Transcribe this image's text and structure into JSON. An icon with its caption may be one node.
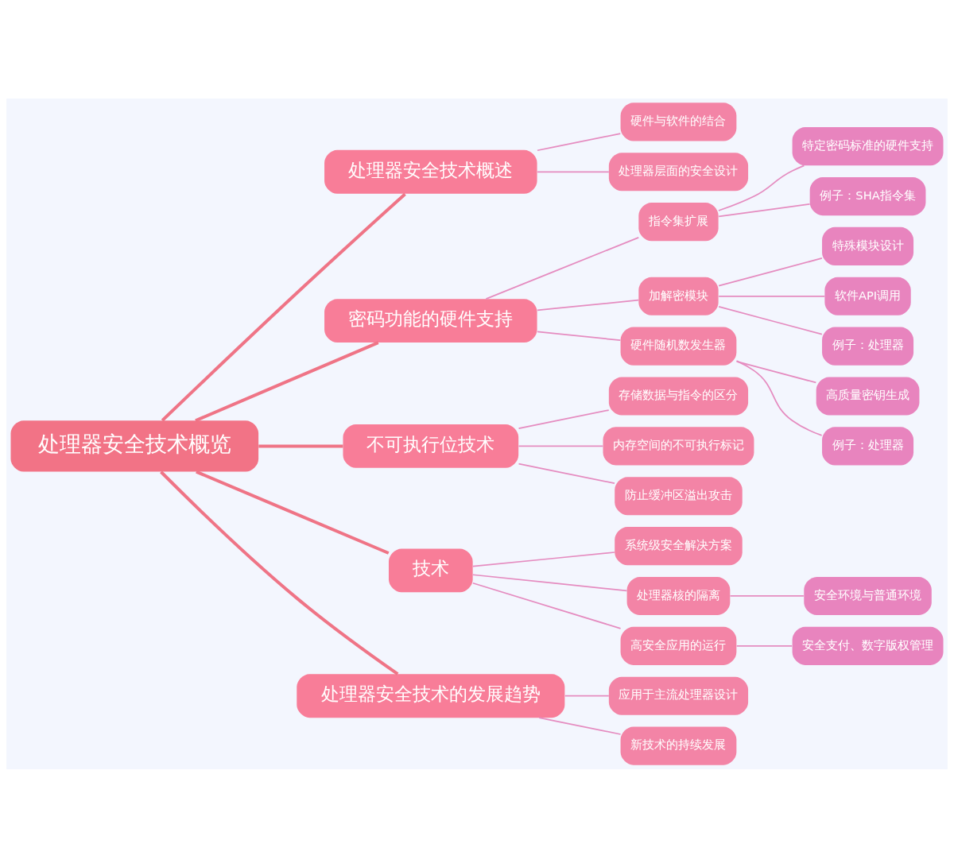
{
  "diagram": {
    "nodes": [
      {
        "text": [
          "处理器安全技术概览"
        ]
      },
      {
        "text": [
          "处理器安全技术概述"
        ]
      },
      {
        "text": [
          "硬件与软件的结合"
        ]
      },
      {
        "text": [
          "处理器层面的安全设计"
        ]
      },
      {
        "text": [
          "密码功能的硬件支持"
        ]
      },
      {
        "text": [
          "指令集扩展"
        ]
      },
      {
        "text": [
          "特定密码标准的硬件支持"
        ]
      },
      {
        "text": [
          "例子：SHA指令集"
        ]
      },
      {
        "text": [
          "加解密模块"
        ]
      },
      {
        "text": [
          "特殊模块设计"
        ]
      },
      {
        "text": [
          "软件API调用"
        ]
      },
      {
        "text": [
          "例子：处理器"
        ]
      },
      {
        "text": [
          "硬件随机数发生器"
        ]
      },
      {
        "text": [
          "高质量密钥生成"
        ]
      },
      {
        "text": [
          "例子：处理器"
        ]
      },
      {
        "text": [
          "不可执行位技术"
        ]
      },
      {
        "text": [
          "存储数据与指令的区分"
        ]
      },
      {
        "text": [
          "内存空间的不可执行标记"
        ]
      },
      {
        "text": [
          "防止缓冲区溢出攻击"
        ]
      },
      {
        "text": [
          "技术"
        ]
      },
      {
        "text": [
          "系统级安全解决方案"
        ]
      },
      {
        "text": [
          "处理器核的隔离"
        ]
      },
      {
        "text": [
          "安全环境与普通环境"
        ]
      },
      {
        "text": [
          "高安全应用的运行"
        ]
      },
      {
        "text": [
          "安全支付、数字版权管理"
        ]
      },
      {
        "text": [
          "处理器安全技术的发展趋势"
        ]
      },
      {
        "text": [
          "应用于主流处理器设计"
        ]
      },
      {
        "text": [
          "新技术的持续发展"
        ]
      }
    ],
    "edges": [
      {
        "from": 0,
        "to": 1,
        "arrow": "none",
        "style": "thick",
        "color": "#ef7486"
      },
      {
        "from": 1,
        "to": 2,
        "arrow": "none"
      },
      {
        "from": 1,
        "to": 3,
        "arrow": "none"
      },
      {
        "from": 0,
        "to": 4,
        "arrow": "none",
        "style": "thick",
        "color": "#ef7486"
      },
      {
        "from": 4,
        "to": 5,
        "arrow": "none"
      },
      {
        "from": 5,
        "to": 6,
        "arrow": "none"
      },
      {
        "from": 5,
        "to": 7,
        "arrow": "none"
      },
      {
        "from": 4,
        "to": 8,
        "arrow": "none"
      },
      {
        "from": 8,
        "to": 9,
        "arrow": "none"
      },
      {
        "from": 8,
        "to": 10,
        "arrow": "none"
      },
      {
        "from": 8,
        "to": 11,
        "arrow": "none"
      },
      {
        "from": 4,
        "to": 12,
        "arrow": "none"
      },
      {
        "from": 12,
        "to": 13,
        "arrow": "none"
      },
      {
        "from": 12,
        "to": 14,
        "arrow": "none"
      },
      {
        "from": 0,
        "to": 15,
        "arrow": "none",
        "style": "thick",
        "color": "#ef7486"
      },
      {
        "from": 15,
        "to": 16,
        "arrow": "none"
      },
      {
        "from": 15,
        "to": 17,
        "arrow": "none"
      },
      {
        "from": 15,
        "to": 18,
        "arrow": "none"
      },
      {
        "from": 0,
        "to": 19,
        "arrow": "none",
        "style": "thick",
        "color": "#ef7486"
      },
      {
        "from": 19,
        "to": 20,
        "arrow": "none"
      },
      {
        "from": 19,
        "to": 21,
        "arrow": "none"
      },
      {
        "from": 21,
        "to": 22,
        "arrow": "none"
      },
      {
        "from": 19,
        "to": 23,
        "arrow": "none"
      },
      {
        "from": 23,
        "to": 24,
        "arrow": "none"
      },
      {
        "from": 0,
        "to": 25,
        "arrow": "none",
        "style": "thick",
        "color": "#ef7486"
      },
      {
        "from": 25,
        "to": 26,
        "arrow": "none"
      },
      {
        "from": 25,
        "to": 27,
        "arrow": "none"
      }
    ]
  }
}
